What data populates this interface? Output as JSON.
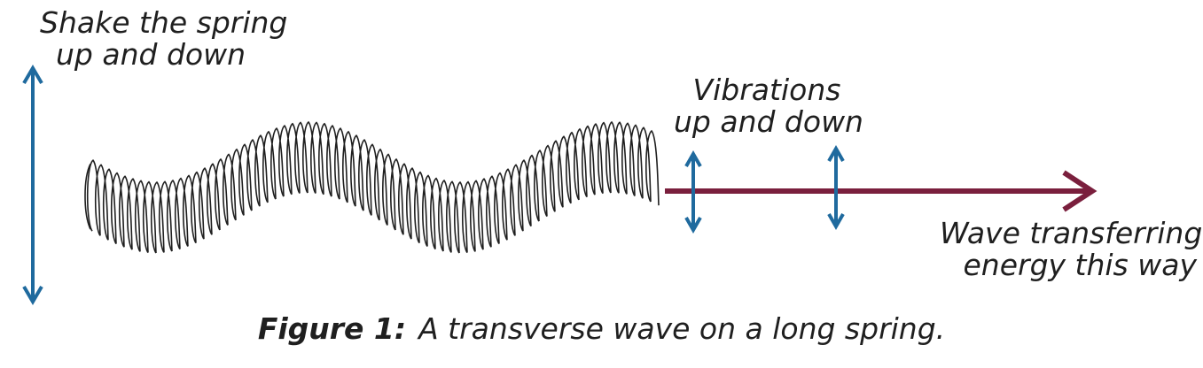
{
  "labels": {
    "shake": [
      "Shake the spring",
      "up and down"
    ],
    "vibrations": [
      "Vibrations",
      "up and down"
    ],
    "wave": [
      "Wave transferring",
      "energy this way"
    ]
  },
  "caption": {
    "label": "Figure 1:",
    "text": "A transverse wave on a long spring."
  },
  "colors": {
    "arrow_blue": "#1f6a9e",
    "wave_arrow": "#7a1f3d",
    "spring": "#1f1f1f",
    "text": "#1f1f1f"
  }
}
